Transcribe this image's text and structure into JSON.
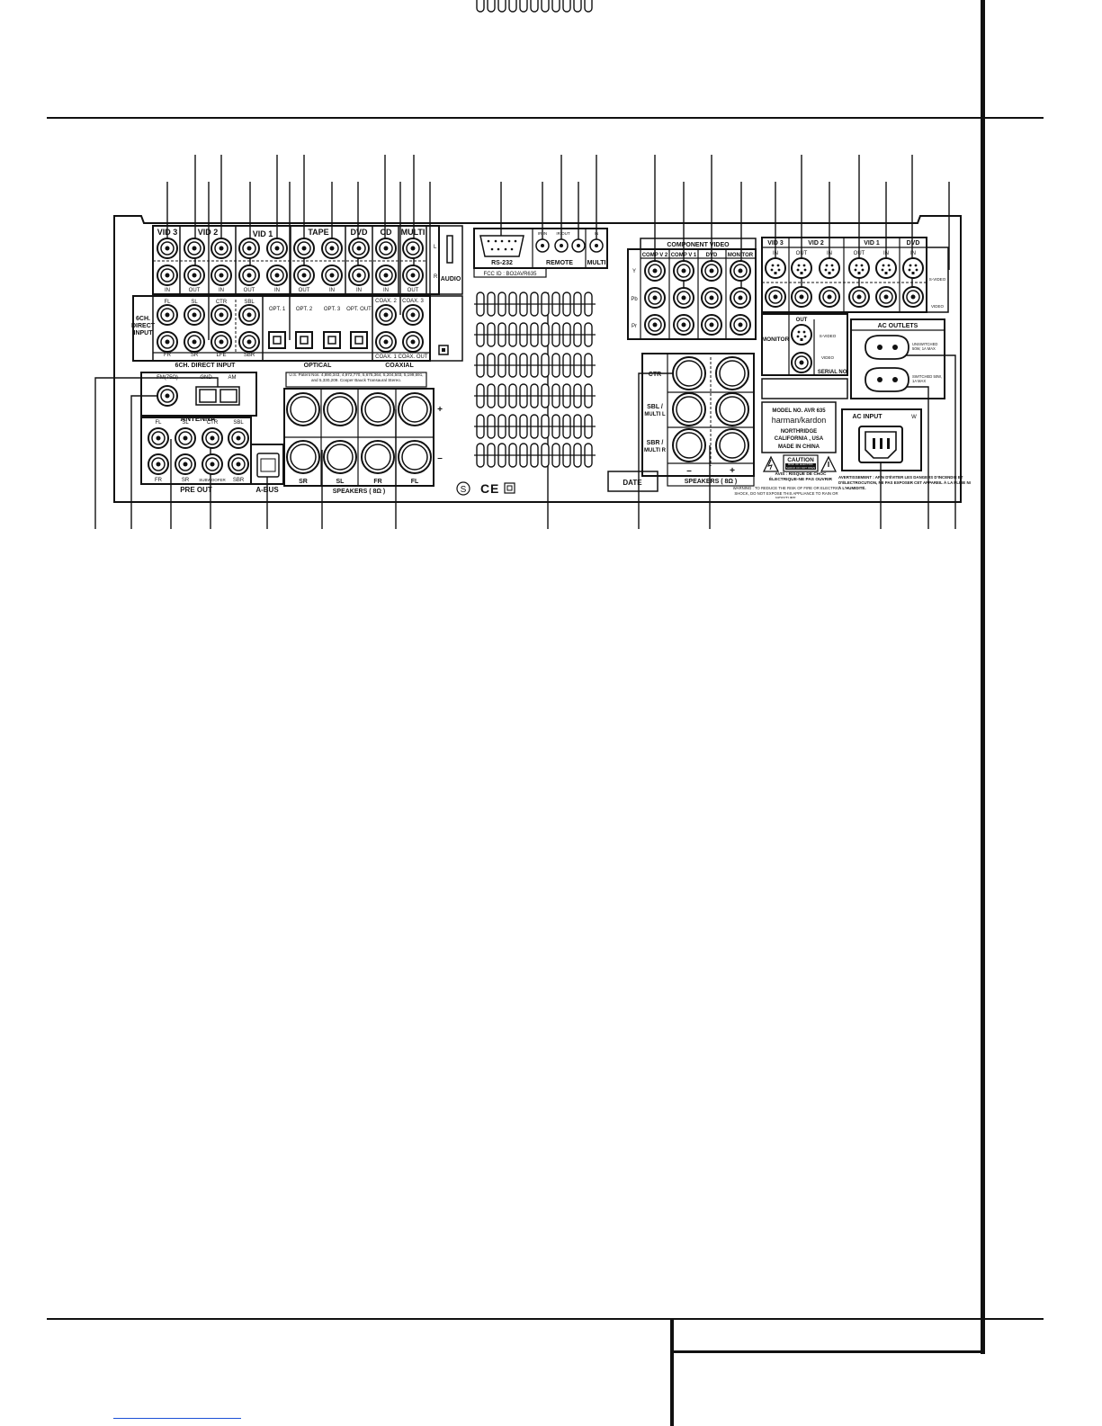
{
  "labels": {
    "vid3": "VID 3",
    "vid2": "VID 2",
    "vid1": "VID 1",
    "tape": "TAPE",
    "dvd": "DVD",
    "cd": "CD",
    "multi": "MULTI",
    "audio": "AUDIO",
    "in": "IN",
    "out": "OUT",
    "six_ch_direct_line1": "6CH.",
    "six_ch_direct_line2": "DIRECT",
    "six_ch_direct_line3": "INPUT",
    "six_ch_direct_input": "6CH. DIRECT INPUT",
    "fl": "FL",
    "fr": "FR",
    "sl": "SL",
    "sr": "SR",
    "ctr": "CTR",
    "sbl": "SBL",
    "sbr": "SBR",
    "lfe": "LFE",
    "opt1": "OPT. 1",
    "opt2": "OPT. 2",
    "opt3": "OPT. 3",
    "opt_out": "OPT. OUT",
    "optical": "OPTICAL",
    "coax1": "COAX. 1",
    "coax2": "COAX. 2",
    "coax3": "COAX. 3",
    "coax_out": "COAX. OUT",
    "coaxial": "COAXIAL",
    "fm75": "FM(75Ω)",
    "gnd": "GND",
    "am": "AM",
    "antenna": "ANTENNA",
    "patent": "U.S. Patent Nos. 4,890,343, 4,972,770, 5,675,364, 5,204,503, 5,199,691, and 5,330,209. Cooper Bauck Transaural Stereo.",
    "subwoofer": "SUBWOOFER",
    "pre_out": "PRE OUT",
    "a_bus": "A-BUS",
    "speakers": "SPEAKERS ( 8Ω )",
    "plus": "+",
    "minus": "–",
    "rs232": "RS-232",
    "fcc": "FCC ID : BO2AVR635",
    "ir_in": "IR IN",
    "ir_out": "IR OUT",
    "remote": "REMOTE",
    "multi_in": "IN",
    "date": "DATE",
    "component_video": "COMPONENT VIDEO",
    "comp_v2": "COMP V 2",
    "comp_v1": "COMP V 1",
    "monitor": "MONITOR",
    "y": "Y",
    "pb": "Pb",
    "pr": "Pr",
    "sbl_multi_l_1": "SBL /",
    "sbl_multi_l_2": "MULTI L",
    "sbr_multi_r_1": "SBR /",
    "sbr_multi_r_2": "MULTI R",
    "caution": "CAUTION",
    "caution_sub": "RISK OF ELECTRIC SHOCK DO NOT OPEN",
    "avis": "AVIS : RISQUE DE CHOC ÉLECTRIQUE-NE PAS OUVRIR",
    "warning": "WARNING : TO REDUCE THE RISK OF FIRE OR ELECTRIC SHOCK, DO NOT EXPOSE THIS APPLIANCE TO RAIN OR MOISTURE.",
    "svideo": "S-VIDEO",
    "video": "VIDEO",
    "serial_no": "SERIAL NO.",
    "ac_outlets": "AC OUTLETS",
    "unswitched": "UNSWITCHED 50W, 1A MAX",
    "switched": "SWITCHED 50W, 1A MAX",
    "model": "MODEL NO. AVR 635",
    "brand": "harman/kardon",
    "city": "NORTHRIDGE",
    "state": "CALIFORNIA , USA",
    "made_in": "MADE IN CHINA",
    "ac_input": "AC INPUT",
    "watts": "W",
    "avertissement": "AVERTISSEMENT : AFIN D'ÉVITER LES DANGERS D'INCENDIE ET D'ÉLECTROCUTION, NE PAS EXPOSER CET APPAREIL À LA PLUIE NI À L'HUMIDITÉ.",
    "letter_l": "L",
    "letter_r": "R"
  }
}
